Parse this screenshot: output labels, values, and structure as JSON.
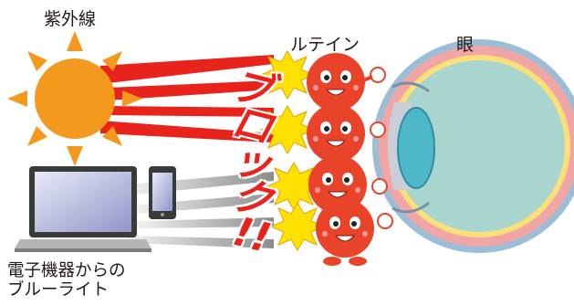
{
  "labels": {
    "uv": "紫外線",
    "lutein": "ルテイン",
    "eye": "眼",
    "device_line1": "電子機器からの",
    "device_line2": "ブルーライト",
    "block_chars": [
      "ブ",
      "ロ",
      "ッ",
      "ク",
      "!!"
    ]
  },
  "colors": {
    "sun": "#f39a1e",
    "red_ray": "#e8231c",
    "gray_ray": "#9d9d9c",
    "lutein": "#e9442a",
    "eye_inner": "#a8d5ce",
    "lens": "#4fb8c8",
    "burst": "#ffe100"
  },
  "icons": [
    "sun-icon",
    "laptop-icon",
    "smartphone-icon",
    "lutein-character-icon",
    "eye-cross-section-icon",
    "impact-burst-icon"
  ]
}
